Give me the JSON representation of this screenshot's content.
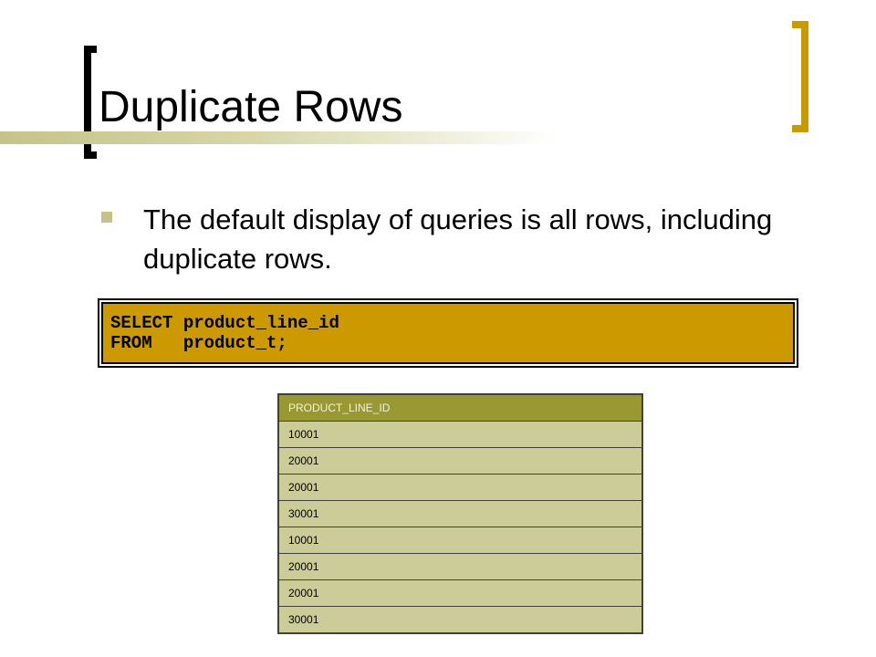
{
  "slide": {
    "title": "Duplicate Rows",
    "bullet": "The default display of queries is all rows, including duplicate rows."
  },
  "code": {
    "lines": [
      "SELECT product_line_id",
      "FROM   product_t;"
    ]
  },
  "result": {
    "header": "PRODUCT_LINE_ID",
    "rows": [
      "10001",
      "20001",
      "20001",
      "30001",
      "10001",
      "20001",
      "20001",
      "30001"
    ]
  },
  "colors": {
    "accent_gold": "#c99a00",
    "code_background": "#cc9900",
    "table_header": "#999933",
    "table_cell": "#cccc99",
    "bullet": "#c4c48a"
  }
}
